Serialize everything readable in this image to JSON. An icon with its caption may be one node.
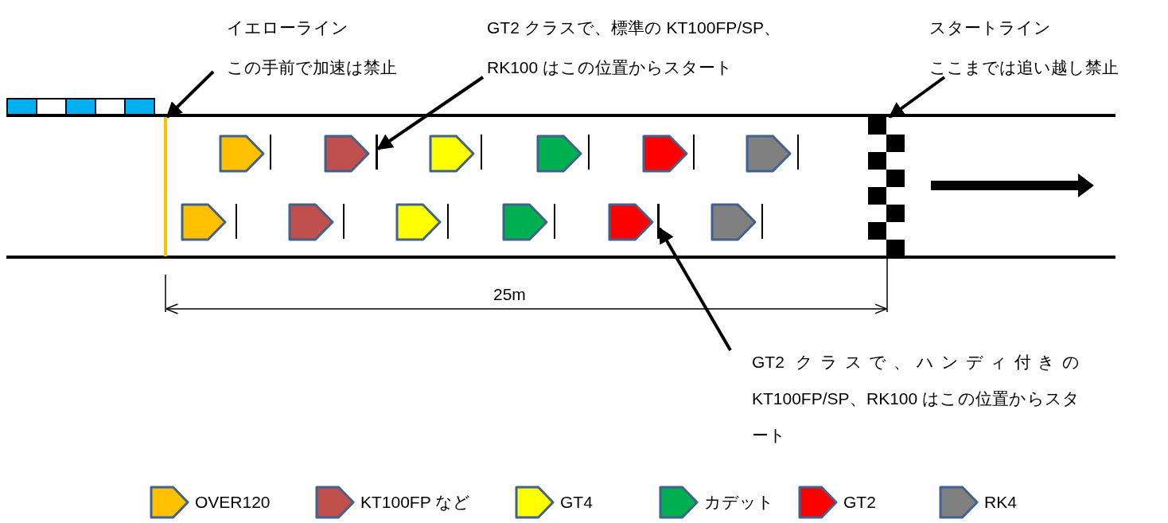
{
  "diagram": {
    "nodes": [
      {
        "text": [
          "イエローライン",
          "この手前で加速は禁止"
        ]
      },
      {
        "text": [
          "GT2 クラスで、標準の KT100FP/SP、RK100 はこの位置からスタート"
        ]
      },
      {
        "text": [
          "スタートライン",
          "ここまでは追い越し禁止"
        ]
      },
      {
        "text": [
          "GT2 クラスで、ハンディ付きの KT100FP/SP、RK100 はこの位置からスタート"
        ]
      },
      {
        "text": [],
        "shape": "bar"
      },
      {
        "text": [],
        "shape": "bar"
      },
      {
        "text": [],
        "shape": "bar"
      },
      {
        "text": [],
        "shape": "bar"
      }
    ],
    "edges": [
      {
        "from": 0,
        "to": 4,
        "arrow": "to"
      },
      {
        "from": 1,
        "to": 5,
        "arrow": "to"
      },
      {
        "from": 2,
        "to": 6,
        "arrow": "to"
      },
      {
        "from": 3,
        "to": 7,
        "arrow": "to"
      }
    ],
    "labels": [
      "25m"
    ],
    "legend": [
      {
        "text": "OVER120",
        "color": "#ffc000"
      },
      {
        "text": "KT100FP など",
        "color": "#c0504d"
      },
      {
        "text": "GT4",
        "color": "#ffff00"
      },
      {
        "text": "カデット",
        "color": "#00b050"
      },
      {
        "text": "GT2",
        "color": "#ff0000"
      },
      {
        "text": "RK4",
        "color": "#808080"
      }
    ]
  }
}
